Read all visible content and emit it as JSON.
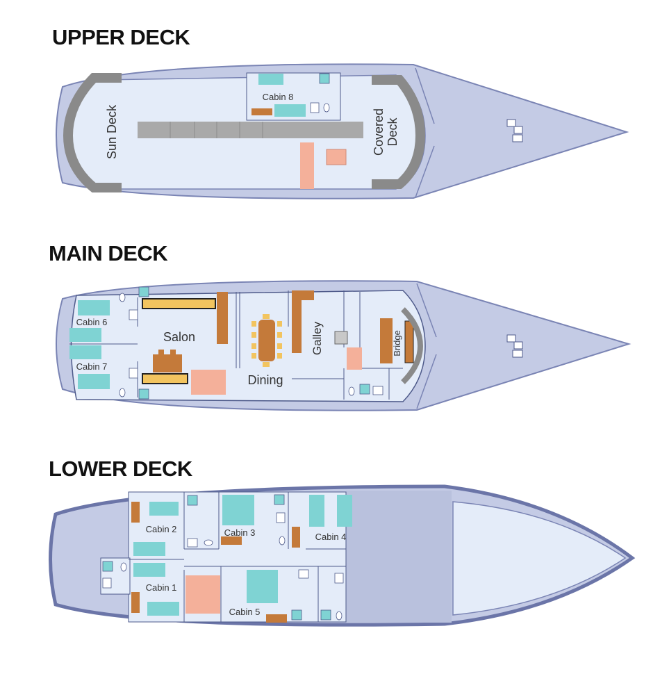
{
  "colors": {
    "hull": "#c4cbe5",
    "hull_outline": "#7a84b4",
    "deck_floor": "#e4ecf9",
    "lower_gray": "#b9c1dd",
    "bed": "#7fd3d3",
    "wood": "#c47a3a",
    "stairs": "#f4b09a",
    "bench": "#f2c45f",
    "rail": "#8a8a8a",
    "walkway": "#a9a9a9",
    "wall": "#4e5a8a"
  },
  "decks": {
    "upper": {
      "title": "UPPER DECK",
      "labels": {
        "sun_deck": "Sun Deck",
        "cabin8": "Cabin 8",
        "covered_1": "Covered",
        "covered_2": "Deck"
      }
    },
    "main": {
      "title": "MAIN DECK",
      "labels": {
        "cabin6": "Cabin 6",
        "cabin7": "Cabin 7",
        "salon": "Salon",
        "dining": "Dining",
        "galley": "Galley",
        "bridge": "Bridge"
      }
    },
    "lower": {
      "title": "LOWER DECK",
      "labels": {
        "cabin1": "Cabin 1",
        "cabin2": "Cabin 2",
        "cabin3": "Cabin 3",
        "cabin4": "Cabin 4",
        "cabin5": "Cabin 5"
      }
    }
  }
}
